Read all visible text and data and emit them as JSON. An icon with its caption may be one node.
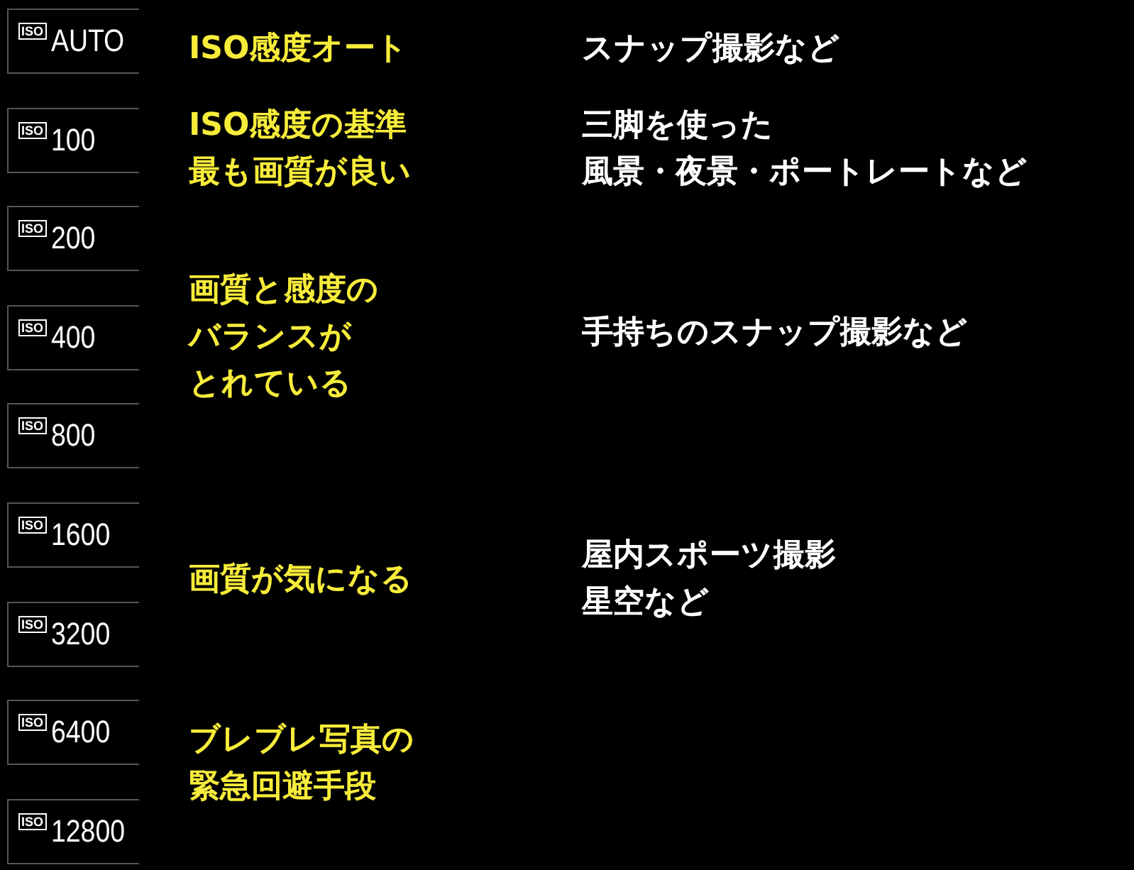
{
  "diagram": {
    "labels": [
      "ISO",
      "AUTO",
      "ISO感度オート",
      "スナップ撮影など",
      "ISO",
      "100",
      "ISO感度の基準最も画質が良い",
      "三脚を使った風景・夜景・ポートレートなど",
      "ISO",
      "200",
      "ISO",
      "400",
      "画質と感度のバランスがとれている",
      "手持ちのスナップ撮影など",
      "ISO",
      "800",
      "ISO",
      "1600",
      "画質が気になる",
      "屋内スポーツ撮影星空など",
      "ISO",
      "3200",
      "ISO",
      "6400",
      "ブレブレ写真の緊急回避手段",
      "ISO",
      "12800"
    ]
  }
}
